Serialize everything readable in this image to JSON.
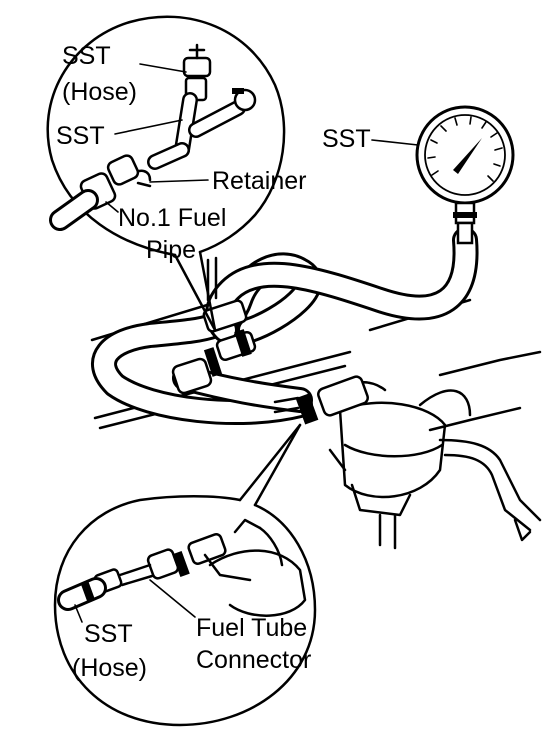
{
  "labels": {
    "sst_hose_top_line1": "SST",
    "sst_hose_top_line2": "(Hose)",
    "sst_top": "SST",
    "retainer": "Retainer",
    "no1_fuel_pipe_line1": "No.1 Fuel",
    "no1_fuel_pipe_line2": "Pipe",
    "sst_gauge": "SST",
    "sst_hose_bottom_line1": "SST",
    "sst_hose_bottom_line2": "(Hose)",
    "fuel_tube_connector_line1": "Fuel Tube",
    "fuel_tube_connector_line2": "Connector"
  }
}
